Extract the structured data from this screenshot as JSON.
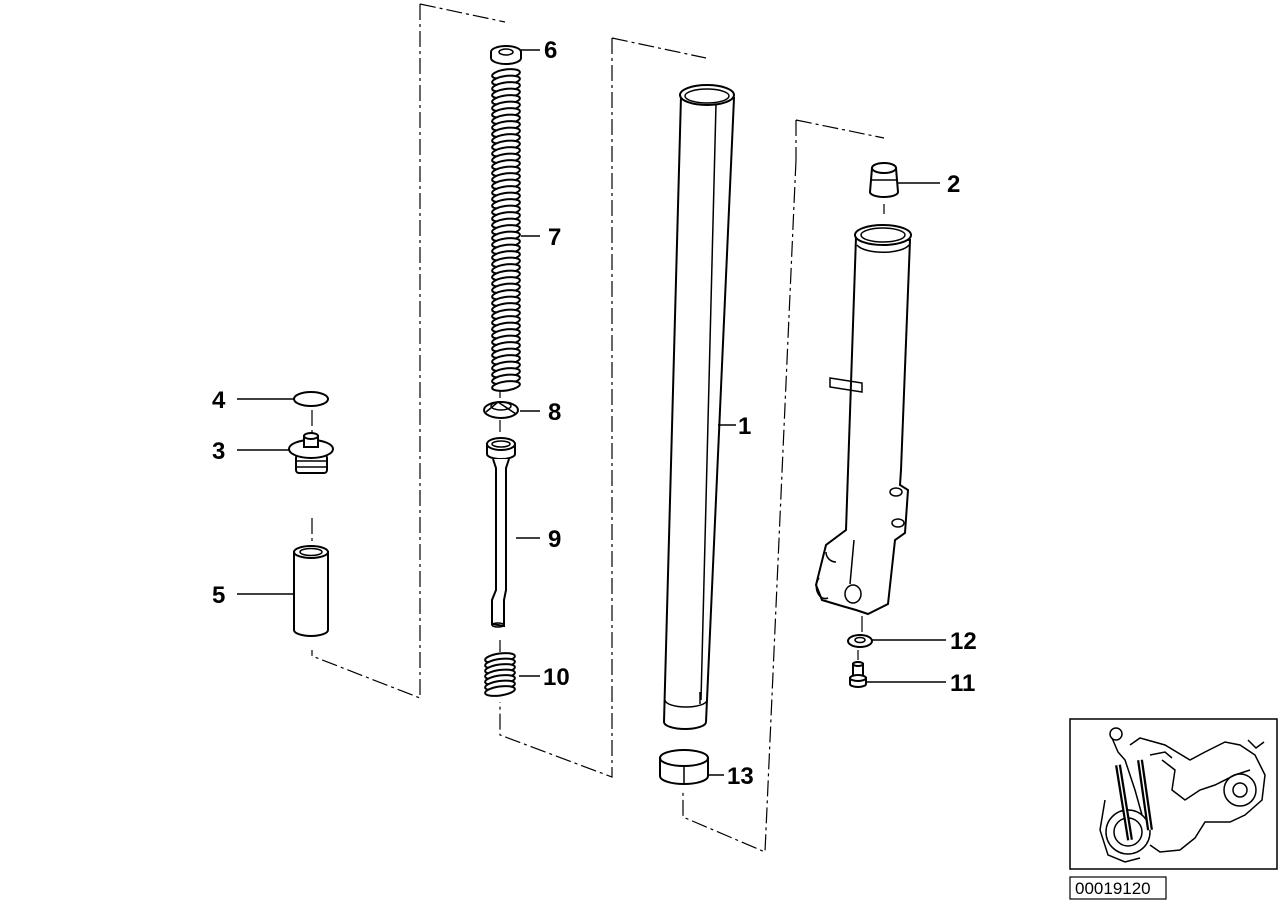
{
  "diagram": {
    "callouts": [
      {
        "id": "1",
        "label": "1"
      },
      {
        "id": "2",
        "label": "2"
      },
      {
        "id": "3",
        "label": "3"
      },
      {
        "id": "4",
        "label": "4"
      },
      {
        "id": "5",
        "label": "5"
      },
      {
        "id": "6",
        "label": "6"
      },
      {
        "id": "7",
        "label": "7"
      },
      {
        "id": "8",
        "label": "8"
      },
      {
        "id": "9",
        "label": "9"
      },
      {
        "id": "10",
        "label": "10"
      },
      {
        "id": "11",
        "label": "11"
      },
      {
        "id": "12",
        "label": "12"
      },
      {
        "id": "13",
        "label": "13"
      }
    ],
    "reference_number": "00019120"
  }
}
